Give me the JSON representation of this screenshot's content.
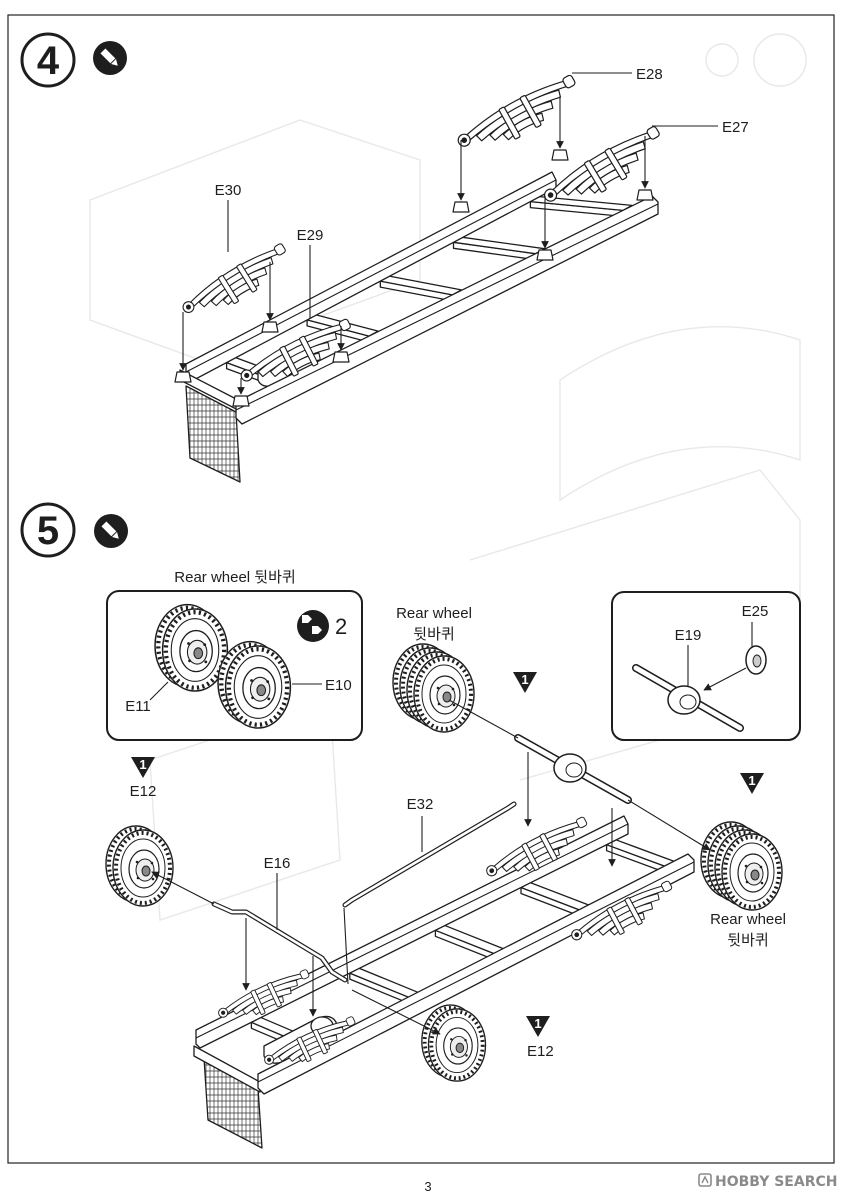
{
  "page_number": "3",
  "watermark": {
    "icon": "hobby-search-logo-icon",
    "text": "HOBBY SEARCH"
  },
  "colors": {
    "ink": "#1e1e1e",
    "paper": "#ffffff",
    "ghost": "#e8e8e8"
  },
  "step4": {
    "number": "4",
    "icon": "paint-icon",
    "parts": {
      "e28": "E28",
      "e27": "E27",
      "e30": "E30",
      "e29": "E29"
    }
  },
  "step5": {
    "number": "5",
    "icon": "paint-icon",
    "rear_wheel_inset": {
      "title": "Rear wheel 뒷바퀴",
      "repeat_icon": "repeat-icon",
      "repeat_count": "2",
      "parts": {
        "e11": "E11",
        "e10": "E10"
      }
    },
    "axle_inset": {
      "parts": {
        "e25": "E25",
        "e19": "E19"
      }
    },
    "parts": {
      "e32": "E32",
      "e16": "E16"
    },
    "callouts": [
      {
        "marker": "1",
        "lines": [
          "Rear wheel",
          "뒷바퀴"
        ]
      },
      {
        "marker": "1",
        "part": "E12"
      },
      {
        "marker": "1",
        "lines": [
          "Rear wheel",
          "뒷바퀴"
        ]
      },
      {
        "marker": "1",
        "part": "E12"
      }
    ]
  }
}
